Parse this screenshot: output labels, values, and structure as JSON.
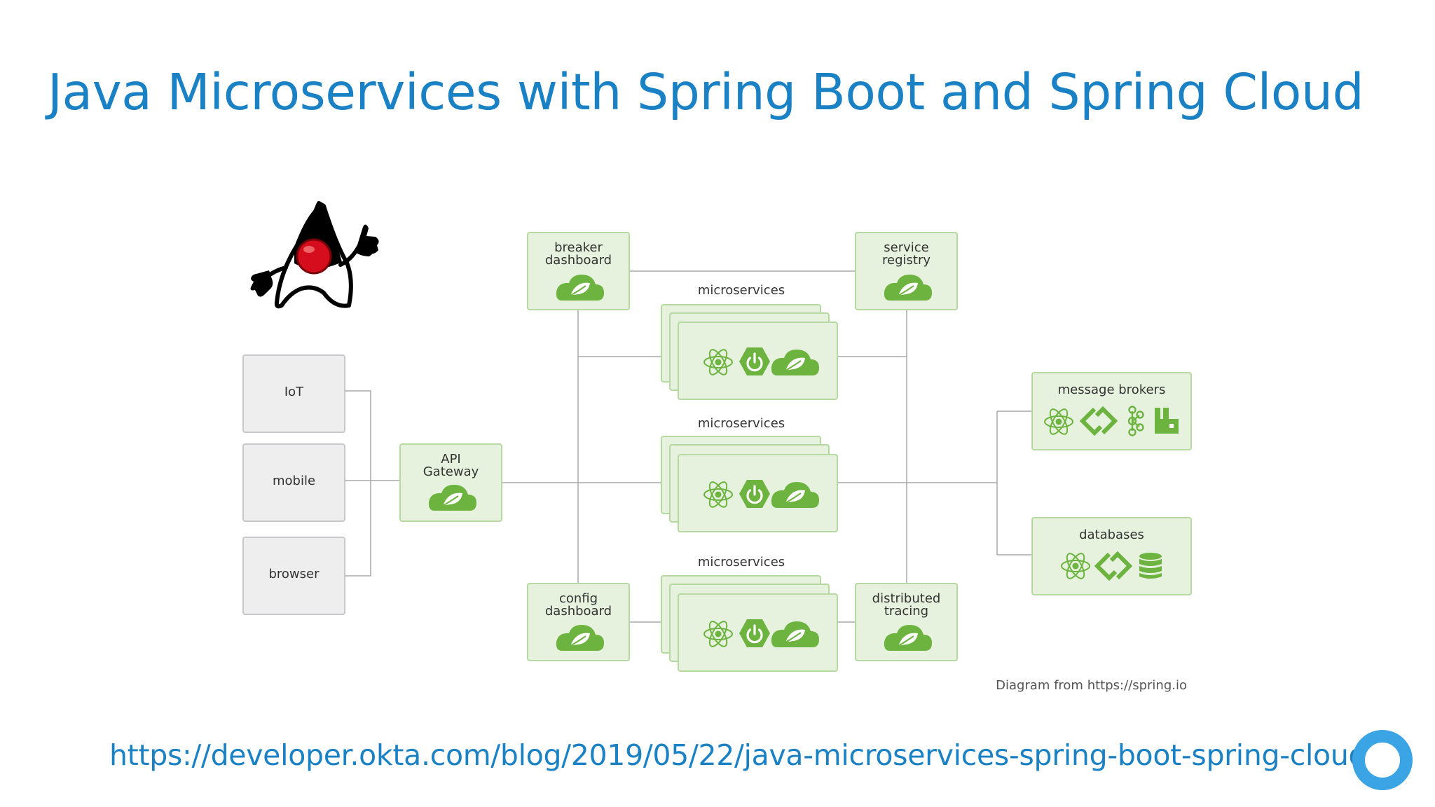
{
  "title": "Java Microservices with Spring Boot and Spring Cloud",
  "diagram": {
    "clients": [
      {
        "key": "iot",
        "label": "IoT"
      },
      {
        "key": "mobile",
        "label": "mobile"
      },
      {
        "key": "browser",
        "label": "browser"
      }
    ],
    "gateway": {
      "label": "API\nGateway"
    },
    "top_left": {
      "label": "breaker\ndashboard"
    },
    "top_right": {
      "label": "service\nregistry"
    },
    "bottom_left": {
      "label": "config\ndashboard"
    },
    "bottom_right": {
      "label": "distributed\ntracing"
    },
    "microservice_groups": [
      {
        "label": "microservices"
      },
      {
        "label": "microservices"
      },
      {
        "label": "microservices"
      }
    ],
    "backends": [
      {
        "key": "message-brokers",
        "label": "message brokers"
      },
      {
        "key": "databases",
        "label": "databases"
      }
    ],
    "icons": {
      "service_group": [
        "atom-icon",
        "spring-boot-power-icon",
        "spring-cloud-icon"
      ],
      "message_brokers": [
        "atom-icon",
        "integration-link-icon",
        "kafka-icon",
        "rabbitmq-icon"
      ],
      "databases": [
        "atom-icon",
        "integration-link-icon",
        "database-icon"
      ]
    },
    "colors": {
      "box_green_fill": "#e6f2de",
      "box_green_border": "#b6d9a1",
      "spring_green": "#6db33f",
      "client_fill": "#eeeeef",
      "client_border": "#c8c8cc",
      "connector": "#a8a8a8"
    }
  },
  "caption": "Diagram from https://spring.io",
  "source_url": "https://developer.okta.com/blog/2019/05/22/java-microservices-spring-boot-spring-cloud",
  "logo": {
    "icon": "okta-logo"
  }
}
